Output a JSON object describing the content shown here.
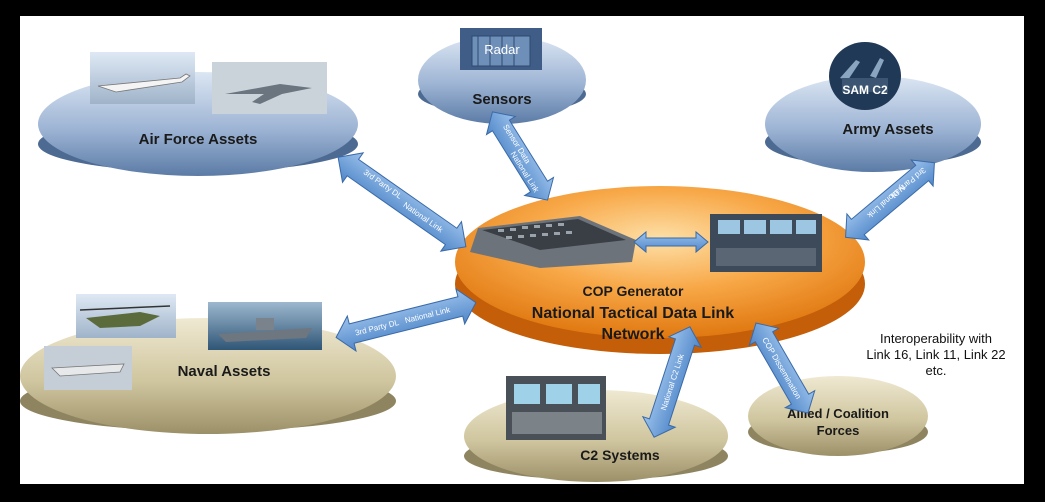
{
  "colors": {
    "blue_node": "#6f8fb7",
    "blue_node_light": "#c7d6ea",
    "olive_node": "#b8ad80",
    "olive_node_light": "#e2dcc0",
    "orange_node": "#f08a1a",
    "orange_node_light": "#fbc46f",
    "arrow": "#6f9fd6",
    "arrow_dark": "#3a6aa8"
  },
  "nodes": {
    "air_force": {
      "label": "Air Force Assets"
    },
    "sensors": {
      "label": "Sensors",
      "image_label": "Radar"
    },
    "army": {
      "label": "Army Assets",
      "image_label": "SAM C2"
    },
    "naval": {
      "label": "Naval Assets"
    },
    "c2": {
      "label": "C2 Systems"
    },
    "allied": {
      "label_line1": "Allied / Coalition",
      "label_line2": "Forces"
    },
    "cop": {
      "line1": "COP Generator",
      "line2": "National Tactical Data Link",
      "line3": "Network"
    }
  },
  "arrows": {
    "air_force": {
      "third_party": "3rd Party DL",
      "national": "National Link"
    },
    "sensors": {
      "sensor_data": "Sensor Data",
      "national": "National Link"
    },
    "army": {
      "third_party": "3rd Party DL",
      "national": "National Link"
    },
    "naval": {
      "third_party": "3rd Party DL",
      "national": "National Link"
    },
    "c2": {
      "national": "National C2 Link"
    },
    "allied": {
      "cop": "COP Dissemination"
    }
  },
  "interop_note": {
    "line1": "Interoperability with",
    "line2": "Link 16, Link 11, Link 22",
    "line3": "etc."
  }
}
